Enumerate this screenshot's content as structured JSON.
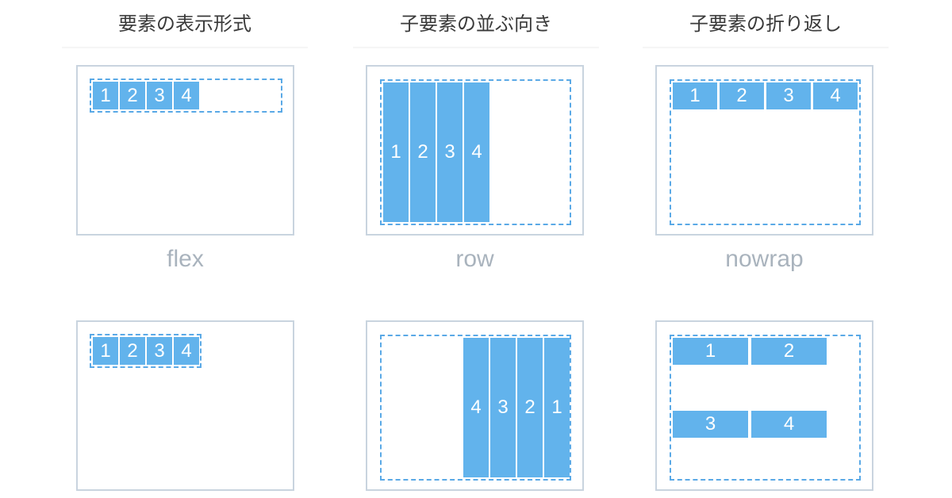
{
  "headers": [
    "要素の表示形式",
    "子要素の並ぶ向き",
    "子要素の折り返し"
  ],
  "values": [
    "flex",
    "row",
    "nowrap"
  ],
  "diagrams": {
    "display_top": {
      "items": [
        "1",
        "2",
        "3",
        "4"
      ]
    },
    "direction_top": {
      "items": [
        "1",
        "2",
        "3",
        "4"
      ]
    },
    "wrap_top": {
      "items": [
        "1",
        "2",
        "3",
        "4"
      ]
    },
    "display_bottom": {
      "items": [
        "1",
        "2",
        "3",
        "4"
      ]
    },
    "direction_bottom": {
      "items": [
        "4",
        "3",
        "2",
        "1"
      ]
    },
    "wrap_bottom": {
      "items": [
        "1",
        "2",
        "3",
        "4"
      ]
    }
  },
  "colors": {
    "item_fill": "#62b3ec",
    "dashed_border": "#5aa9e6",
    "box_border": "#c9d4df",
    "value_text": "#a9b3bd"
  }
}
